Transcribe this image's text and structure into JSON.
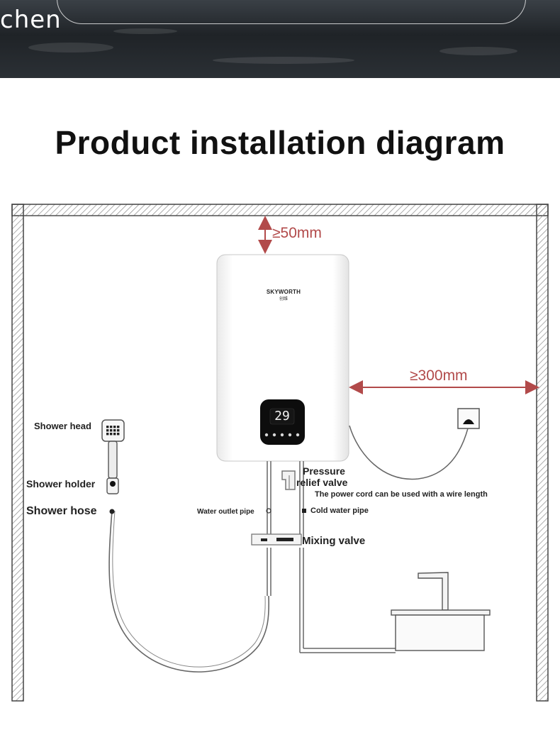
{
  "banner": {
    "watermark": "chen"
  },
  "title": "Product installation diagram",
  "heater": {
    "brand": "SKYWORTH",
    "brand_sub": "创维",
    "display_temp": "29"
  },
  "dimensions": {
    "top_clearance": "≥50mm",
    "side_clearance": "≥300mm"
  },
  "labels": {
    "shower_head": "Shower head",
    "shower_holder": "Shower holder",
    "shower_hose": "Shower hose",
    "pressure_line1": "Pressure",
    "pressure_line2": "relief valve",
    "power_cord": "The power cord can be used with a wire length",
    "water_outlet": "Water outlet pipe",
    "cold_water": "Cold water pipe",
    "mixing_valve": "Mixing valve"
  },
  "colors": {
    "dimension": "#b24a4a",
    "wall": "#7a7a7a",
    "banner": "#23272b"
  },
  "icons": {
    "socket": "power-socket-icon",
    "showerhead": "shower-head-icon",
    "faucet": "faucet-icon"
  }
}
